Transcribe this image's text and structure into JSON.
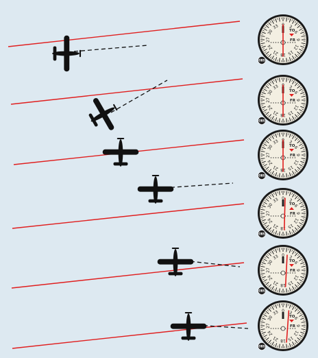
{
  "colors": {
    "background": "#dde9f1",
    "radial_line": "#e01e1e",
    "aircraft": "#111111",
    "bearing_line": "#111111",
    "dial_face": "#f3efe2",
    "dial_bezel": "#1a1a1a",
    "cdi_needle": "#e01e1e",
    "flag_red": "#e01e1e"
  },
  "icons": {
    "aircraft": "airplane-silhouette-icon",
    "instrument": "vor-cdi-gauge-icon"
  },
  "instrument": {
    "to_flag": "TO",
    "fr_flag": "FR",
    "dial_numbers": [
      "0",
      "3",
      "6",
      "9",
      "12",
      "15",
      "18",
      "21",
      "24",
      "27",
      "30",
      "33"
    ],
    "obs_badge": "OBS"
  },
  "scenarios": [
    {
      "aircraft_heading_deg": 90,
      "bearing_angle_deg": -6,
      "needle_deflection": 0.0,
      "flag": "TO"
    },
    {
      "aircraft_heading_deg": 60,
      "bearing_angle_deg": -30,
      "needle_deflection": 0.0,
      "flag": "TO"
    },
    {
      "aircraft_heading_deg": 0,
      "bearing_angle_deg": 0,
      "needle_deflection": 0.0,
      "flag": "TO"
    },
    {
      "aircraft_heading_deg": 0,
      "bearing_angle_deg": -4,
      "needle_deflection": 0.25,
      "flag": "FR"
    },
    {
      "aircraft_heading_deg": 0,
      "bearing_angle_deg": 5,
      "needle_deflection": 0.5,
      "flag": "TO"
    },
    {
      "aircraft_heading_deg": 0,
      "bearing_angle_deg": 0,
      "needle_deflection": 0.7,
      "flag": "TO"
    }
  ]
}
